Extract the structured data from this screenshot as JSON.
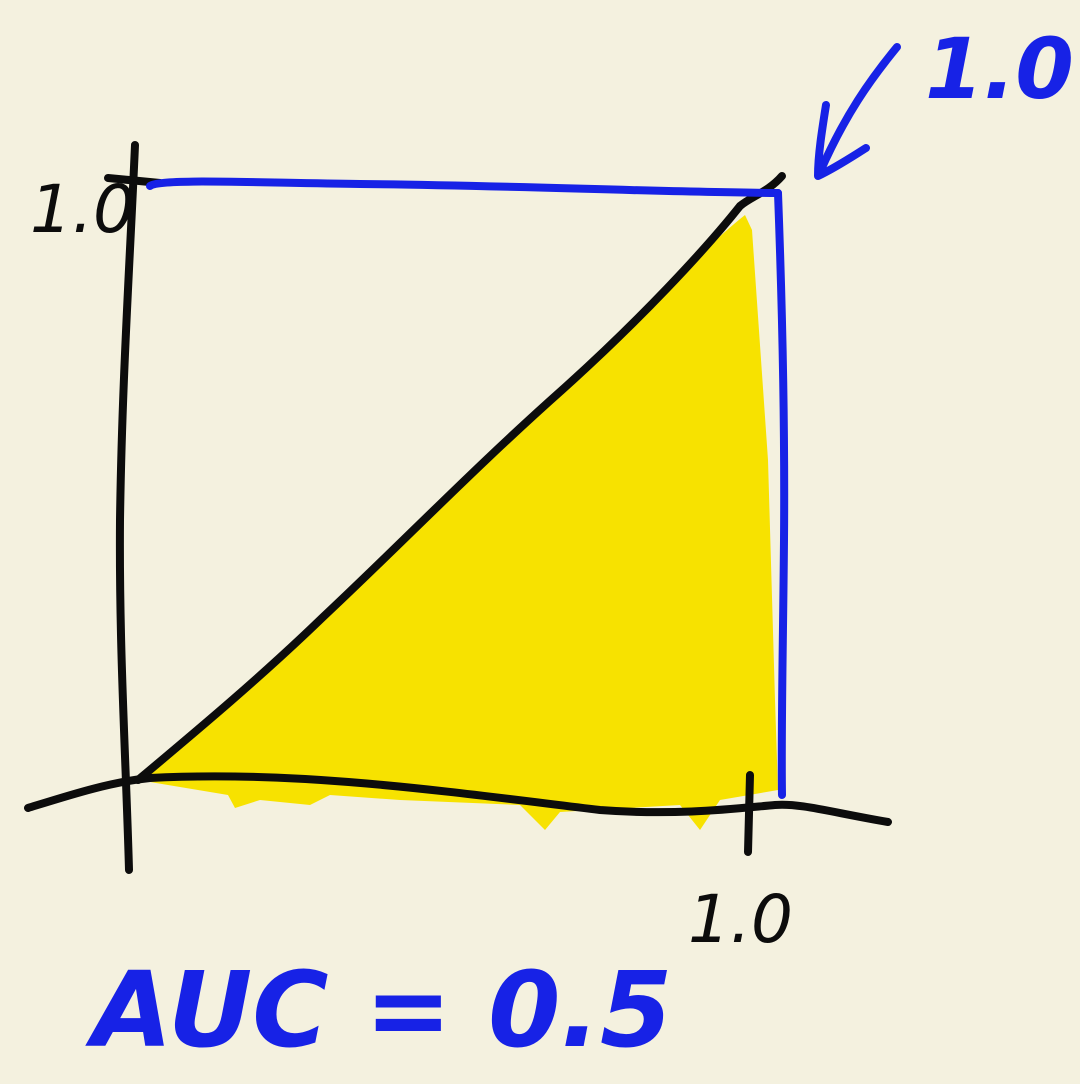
{
  "labels": {
    "y_tick_top": "1.0",
    "x_tick_right": "1.0",
    "corner_annotation": "1.0",
    "auc_text": "AUC = 0.5"
  },
  "colors": {
    "background": "#f4f1df",
    "ink_black": "#0c0c0c",
    "ink_blue": "#1722e6",
    "highlight_yellow": "#f7e200"
  },
  "curve": {
    "points": [
      [
        0,
        0
      ],
      [
        0.25,
        0.25
      ],
      [
        0.5,
        0.5
      ],
      [
        0.75,
        0.75
      ],
      [
        1,
        1
      ]
    ]
  }
}
